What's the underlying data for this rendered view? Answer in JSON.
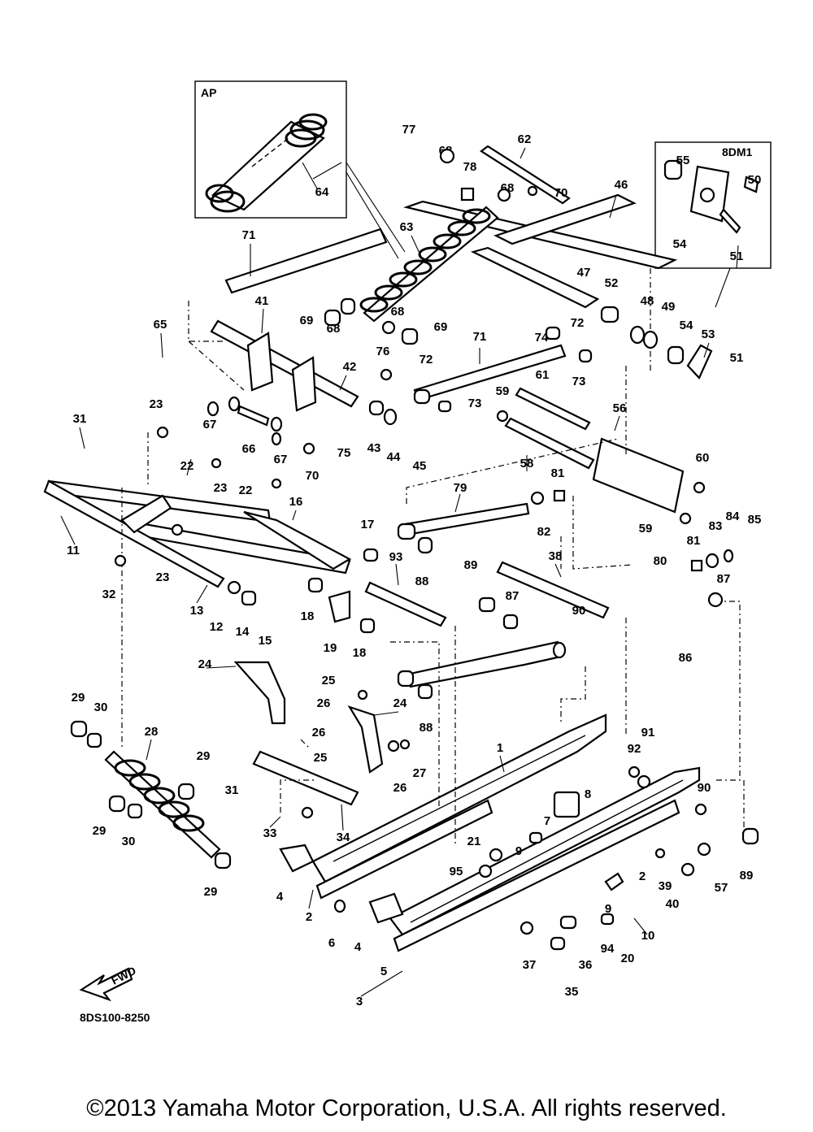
{
  "diagram": {
    "code": "8DS100-8250",
    "fwd_label": "FWD",
    "inset_ap_label": "AP",
    "inset_8dm1_label": "8DM1",
    "copyright": "©2013 Yamaha Motor Corporation, U.S.A. All rights reserved.",
    "part_numbers": [
      "1",
      "2",
      "3",
      "4",
      "5",
      "6",
      "7",
      "8",
      "9",
      "10",
      "11",
      "12",
      "13",
      "14",
      "15",
      "16",
      "17",
      "18",
      "19",
      "20",
      "21",
      "22",
      "23",
      "24",
      "25",
      "26",
      "27",
      "28",
      "29",
      "30",
      "31",
      "32",
      "33",
      "34",
      "35",
      "36",
      "37",
      "38",
      "39",
      "40",
      "41",
      "42",
      "43",
      "44",
      "45",
      "46",
      "47",
      "48",
      "49",
      "50",
      "51",
      "52",
      "53",
      "54",
      "55",
      "56",
      "57",
      "58",
      "59",
      "60",
      "61",
      "62",
      "63",
      "64",
      "65",
      "66",
      "67",
      "68",
      "69",
      "70",
      "71",
      "72",
      "73",
      "74",
      "75",
      "76",
      "77",
      "78",
      "79",
      "80",
      "81",
      "82",
      "83",
      "84",
      "85",
      "86",
      "87",
      "88",
      "89",
      "90",
      "91",
      "92",
      "93",
      "94",
      "95"
    ]
  }
}
